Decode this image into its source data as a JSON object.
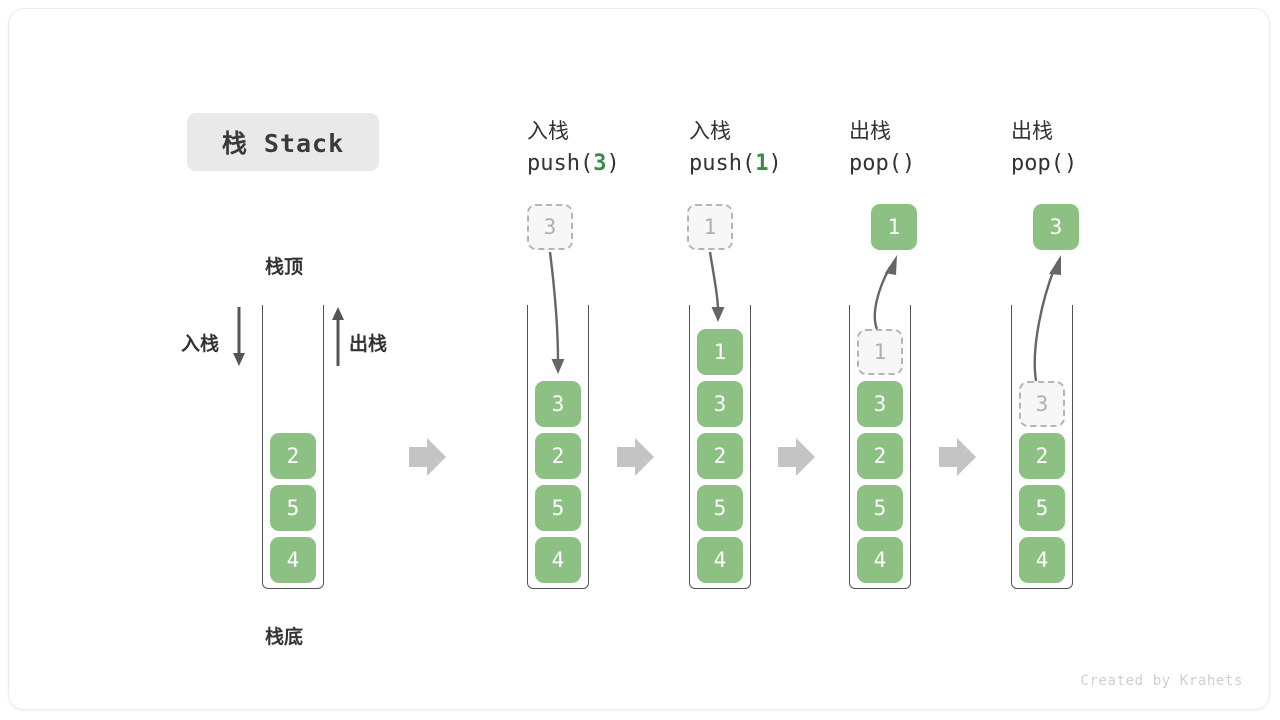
{
  "title": {
    "badge": "栈 Stack"
  },
  "legend": {
    "top_label": "栈顶",
    "bottom_label": "栈底",
    "push_label": "入栈",
    "pop_label": "出栈"
  },
  "colors": {
    "element_fill": "#8cc183",
    "element_text": "#ffffff",
    "ghost_fill": "#f7f7f7",
    "ghost_border": "#b4b4b4",
    "ghost_text": "#b0b0b0",
    "frame_stroke": "#555555",
    "arrow_gray": "#666666",
    "transition_arrow": "#c4c4c4",
    "badge_bg": "#e9e9e9",
    "accent_green_text": "#3a8a46",
    "credit_text": "#cfcfcf"
  },
  "columns": [
    {
      "id": "initial",
      "op_cn": "",
      "op_code_prefix": "",
      "op_code_arg": "",
      "op_code_suffix": "",
      "stack": [
        "2",
        "5",
        "4"
      ],
      "ghost_in_stack": null,
      "floating_cell": null,
      "floating_ghost": null
    },
    {
      "id": "push-3",
      "op_cn": "入栈",
      "op_code_prefix": "push(",
      "op_code_arg": "3",
      "op_code_suffix": ")",
      "stack": [
        "3",
        "2",
        "5",
        "4"
      ],
      "ghost_in_stack": null,
      "floating_cell": null,
      "floating_ghost": "3"
    },
    {
      "id": "push-1",
      "op_cn": "入栈",
      "op_code_prefix": "push(",
      "op_code_arg": "1",
      "op_code_suffix": ")",
      "stack": [
        "1",
        "3",
        "2",
        "5",
        "4"
      ],
      "ghost_in_stack": null,
      "floating_cell": null,
      "floating_ghost": "1"
    },
    {
      "id": "pop-1",
      "op_cn": "出栈",
      "op_code_prefix": "pop(",
      "op_code_arg": "",
      "op_code_suffix": ")",
      "stack": [
        "3",
        "2",
        "5",
        "4"
      ],
      "ghost_in_stack": "1",
      "floating_cell": "1",
      "floating_ghost": null
    },
    {
      "id": "pop-3",
      "op_cn": "出栈",
      "op_code_prefix": "pop(",
      "op_code_arg": "",
      "op_code_suffix": ")",
      "stack": [
        "2",
        "5",
        "4"
      ],
      "ghost_in_stack": "3",
      "floating_cell": "3",
      "floating_ghost": null
    }
  ],
  "footer": {
    "credit": "Created by Krahets"
  }
}
